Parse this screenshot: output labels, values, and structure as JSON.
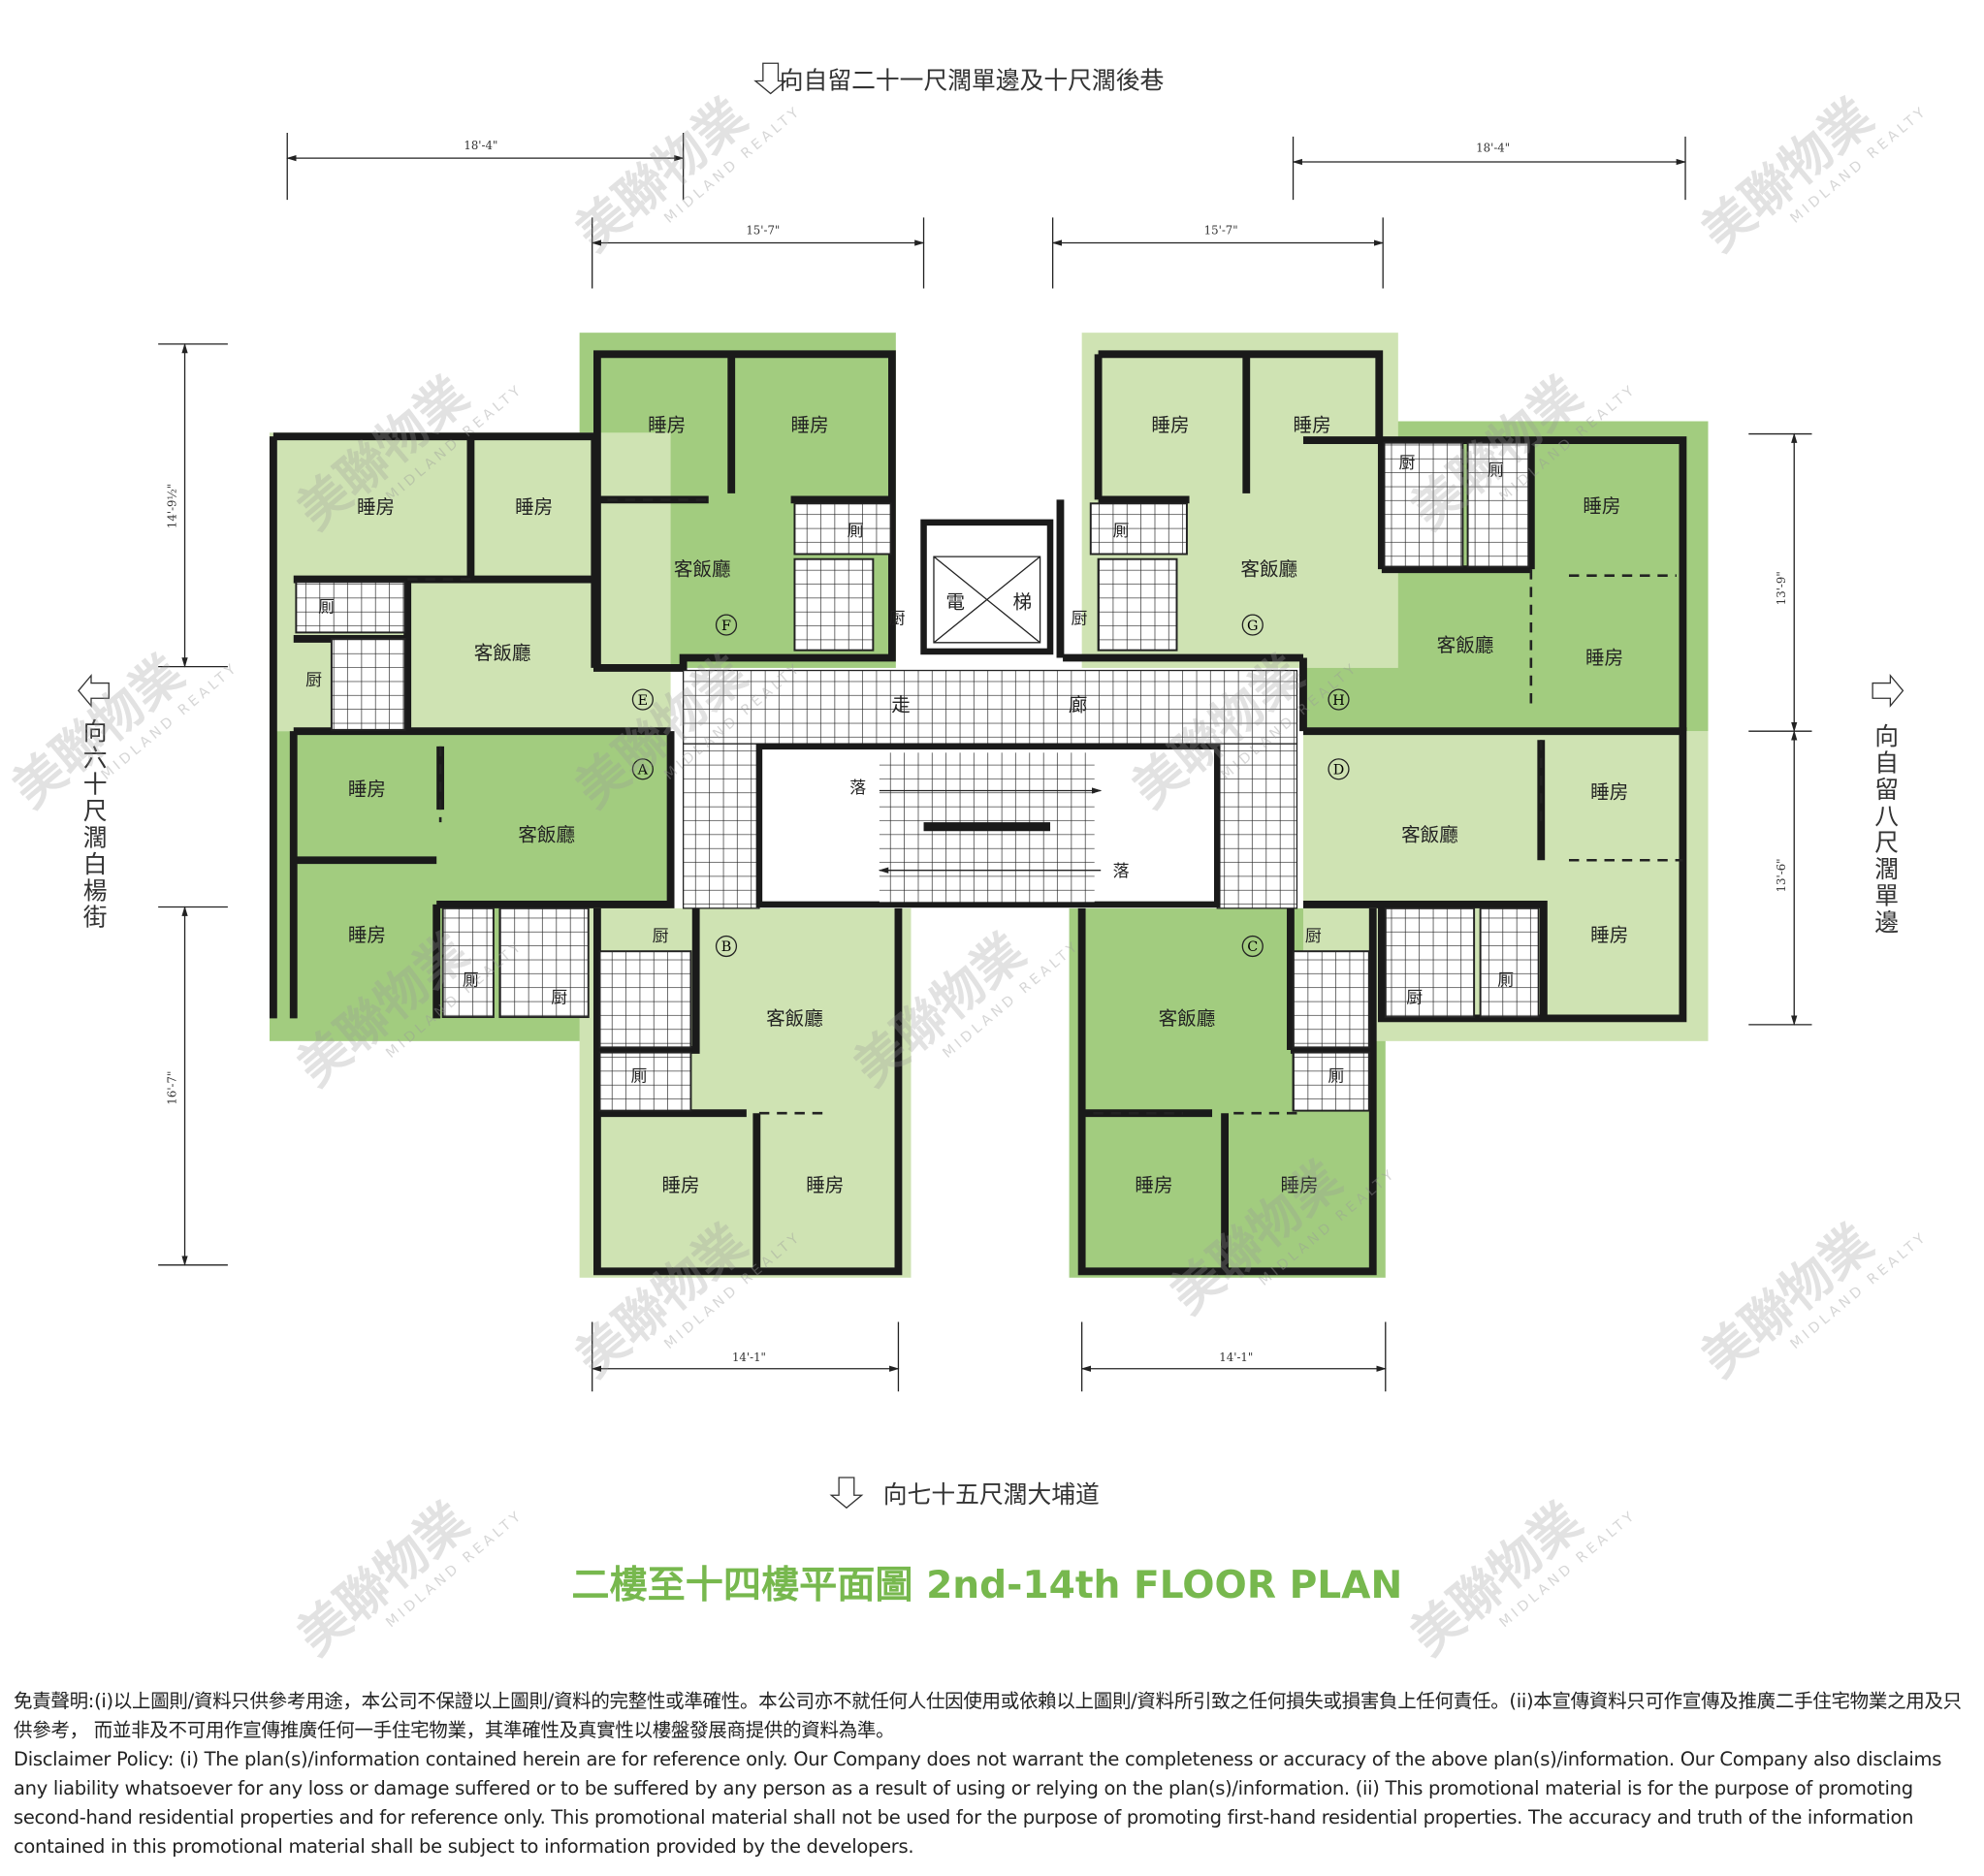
{
  "directions": {
    "top": "向自留二十一尺濶單邊及十尺濶後巷",
    "left": "向六十尺濶白楊街",
    "right": "向自留八尺濶單邊",
    "bottom": "向七十五尺濶大埔道"
  },
  "dimensions": {
    "top_left_outer": "18'-4\"",
    "top_left_inner": "15'-7\"",
    "top_right_inner": "15'-7\"",
    "top_right_outer": "18'-4\"",
    "bottom_left": "14'-1\"",
    "bottom_right": "14'-1\"",
    "left_upper": "14'-9½\"",
    "left_lower": "16'-7\"",
    "right_upper": "13'-9\"",
    "right_lower": "13'-6\""
  },
  "rooms": {
    "bedroom": "睡房",
    "living": "客飯廳",
    "toilet": "厠",
    "kitchen": "厨",
    "lift_1": "電",
    "lift_2": "梯",
    "corridor_1": "走",
    "corridor_2": "廊",
    "stair_down": "落"
  },
  "units": [
    "A",
    "B",
    "C",
    "D",
    "E",
    "F",
    "G",
    "H"
  ],
  "title": "二樓至十四樓平面圖 2nd-14th FLOOR PLAN",
  "watermark": {
    "cn": "美聯物業",
    "en": "MIDLAND REALTY"
  },
  "disclaimer": {
    "cn": "免責聲明:(i)以上圖則/資料只供參考用途，本公司不保證以上圖則/資料的完整性或準確性。本公司亦不就任何人仕因使用或依賴以上圖則/資料所引致之任何損失或損害負上任何責任。(ii)本宣傳資料只可作宣傳及推廣二手住宅物業之用及只供參考， 而並非及不可用作宣傳推廣任何一手住宅物業，其準確性及真實性以樓盤發展商提供的資料為準。",
    "en": "Disclaimer Policy: (i) The plan(s)/information contained herein are for reference only. Our Company does not warrant the completeness or accuracy of the above plan(s)/information. Our Company also disclaims any liability whatsoever for any loss or damage suffered or to be suffered by any person as a result of using or relying on the plan(s)/information. (ii) This promotional material is for the purpose of promoting second-hand residential properties and for reference only. This promotional material shall not be used for the purpose of promoting first-hand residential properties. The accuracy and truth of the information contained in this promotional material shall be subject to information provided by the developers."
  }
}
